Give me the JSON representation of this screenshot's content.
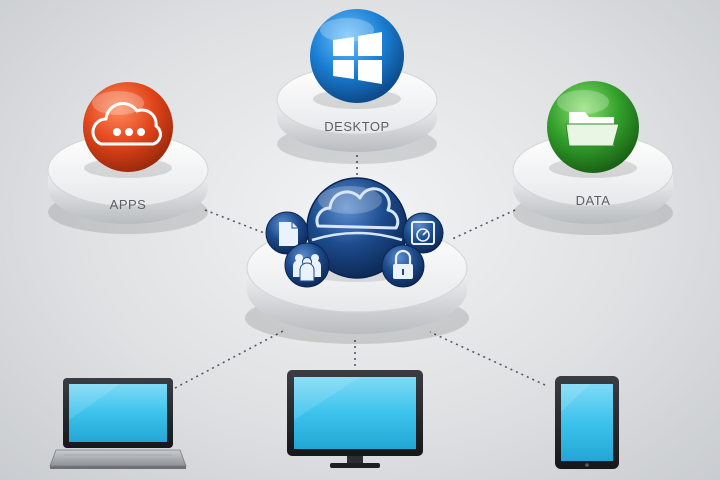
{
  "nodes": {
    "apps": {
      "label": "APPS",
      "icon": "chat-cloud-icon",
      "color": "#e2451b"
    },
    "desktop": {
      "label": "DESKTOP",
      "icon": "windows-logo-icon",
      "color": "#1b7fd4"
    },
    "data": {
      "label": "DATA",
      "icon": "folder-icon",
      "color": "#33a02c"
    },
    "cloud": {
      "icon": "cloud-icon",
      "color": "#1c4b8c",
      "satellites": [
        "document-icon",
        "gauge-icon",
        "users-icon",
        "lock-icon"
      ]
    }
  },
  "devices": [
    "laptop-icon",
    "monitor-icon",
    "tablet-icon"
  ],
  "colors": {
    "screen": "#3cc3ec",
    "connector": "#555a60",
    "platform": "#ffffff"
  }
}
